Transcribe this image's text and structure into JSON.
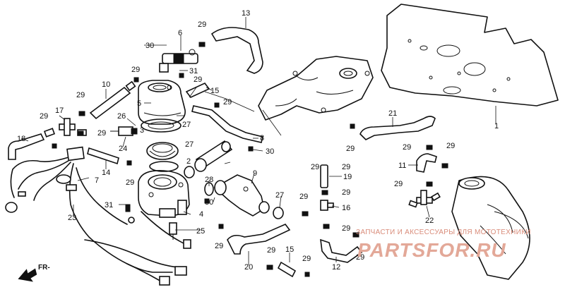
{
  "diagram": {
    "callouts": [
      {
        "id": "c1",
        "text": "1"
      },
      {
        "id": "c4",
        "text": "4"
      },
      {
        "id": "c5",
        "text": "5"
      },
      {
        "id": "c6",
        "text": "6"
      },
      {
        "id": "c7",
        "text": "7"
      },
      {
        "id": "c8",
        "text": "8"
      },
      {
        "id": "c9",
        "text": "9"
      },
      {
        "id": "c10",
        "text": "10"
      },
      {
        "id": "c11",
        "text": "11"
      },
      {
        "id": "c12",
        "text": "12"
      },
      {
        "id": "c13",
        "text": "13"
      },
      {
        "id": "c14",
        "text": "14"
      },
      {
        "id": "c15a",
        "text": "15"
      },
      {
        "id": "c15b",
        "text": "15"
      },
      {
        "id": "c16",
        "text": "16"
      },
      {
        "id": "c17",
        "text": "17"
      },
      {
        "id": "c18",
        "text": "18"
      },
      {
        "id": "c19",
        "text": "19"
      },
      {
        "id": "c20",
        "text": "20"
      },
      {
        "id": "c21",
        "text": "21"
      },
      {
        "id": "c22",
        "text": "22"
      },
      {
        "id": "c23",
        "text": "23"
      },
      {
        "id": "c24",
        "text": "24"
      },
      {
        "id": "c25",
        "text": "25"
      },
      {
        "id": "c26",
        "text": "26"
      },
      {
        "id": "c27a",
        "text": "27"
      },
      {
        "id": "c27b",
        "text": "27"
      },
      {
        "id": "c27c",
        "text": "27"
      },
      {
        "id": "c28",
        "text": "28"
      },
      {
        "id": "c29a",
        "text": "29"
      },
      {
        "id": "c29b",
        "text": "29"
      },
      {
        "id": "c29c",
        "text": "29"
      },
      {
        "id": "c29d",
        "text": "29"
      },
      {
        "id": "c29e",
        "text": "29"
      },
      {
        "id": "c29f",
        "text": "29"
      },
      {
        "id": "c29g",
        "text": "29"
      },
      {
        "id": "c29h",
        "text": "29"
      },
      {
        "id": "c29i",
        "text": "29"
      },
      {
        "id": "c29j",
        "text": "29"
      },
      {
        "id": "c29k",
        "text": "29"
      },
      {
        "id": "c29l",
        "text": "29"
      },
      {
        "id": "c29m",
        "text": "29"
      },
      {
        "id": "c29n",
        "text": "29"
      },
      {
        "id": "c29o",
        "text": "29"
      },
      {
        "id": "c29p",
        "text": "29"
      },
      {
        "id": "c29q",
        "text": "29"
      },
      {
        "id": "c29r",
        "text": "29"
      },
      {
        "id": "c29s",
        "text": "29"
      },
      {
        "id": "c29t",
        "text": "29"
      },
      {
        "id": "c29u",
        "text": "29"
      },
      {
        "id": "c30a",
        "text": "30"
      },
      {
        "id": "c30b",
        "text": "30"
      },
      {
        "id": "c30c",
        "text": "30"
      },
      {
        "id": "c31a",
        "text": "31"
      },
      {
        "id": "c31b",
        "text": "31"
      },
      {
        "id": "c2",
        "text": "2"
      },
      {
        "id": "c3",
        "text": "3"
      }
    ],
    "front_arrow_label": "FR-"
  },
  "watermark": {
    "line1": "ЗАПЧАСТИ И АКСЕССУАРЫ ДЛЯ МОТОТЕХНИКИ",
    "line2": "PARTSFOR.RU",
    "color": "#d98c7a"
  }
}
